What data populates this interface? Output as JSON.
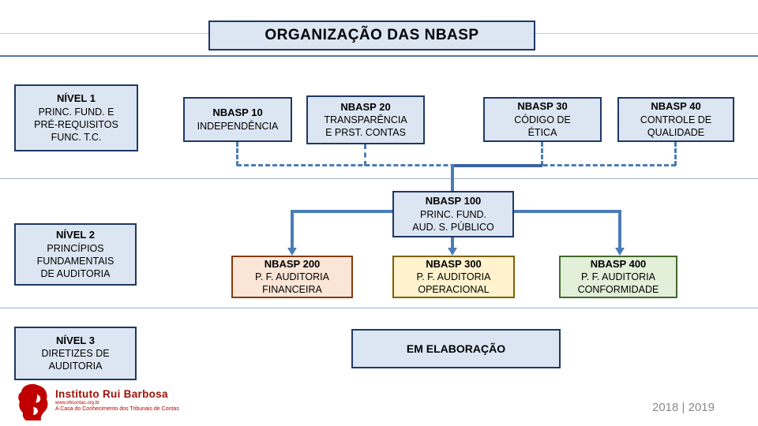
{
  "slide": {
    "title": "ORGANIZAÇÃO DAS NBASP",
    "footer_years": "2018 | 2019"
  },
  "colors": {
    "node_fill_blue": "#dce6f2",
    "node_border_navy": "#1f3864",
    "connector_blue": "#4a7cb8",
    "nbasp200_fill": "#fbe5d6",
    "nbasp200_border": "#843c0c",
    "nbasp300_fill": "#fff2cc",
    "nbasp300_border": "#7f6000",
    "nbasp400_fill": "#e2efd9",
    "nbasp400_border": "#44682a",
    "accent_tan_line": "#ddc59e",
    "accent_blue_line": "#54779e",
    "logo_red": "#c00000",
    "footer_gray": "#898989"
  },
  "levels": [
    {
      "title": "NÍVEL 1",
      "lines": [
        "PRINC. FUND. E",
        "PRÉ-REQUISITOS",
        "FUNC. T.C."
      ]
    },
    {
      "title": "NÍVEL 2",
      "lines": [
        "PRINCÍPIOS",
        "FUNDAMENTAIS",
        "DE AUDITORIA"
      ]
    },
    {
      "title": "NÍVEL 3",
      "lines": [
        "DIRETIZES DE",
        "AUDITORIA"
      ]
    }
  ],
  "level1_nodes": [
    {
      "title": "NBASP 10",
      "lines": [
        "INDEPENDÊNCIA"
      ]
    },
    {
      "title": "NBASP 20",
      "lines": [
        "TRANSPARÊNCIA",
        "E PRST. CONTAS"
      ]
    },
    {
      "title": "NBASP 30",
      "lines": [
        "CÓDIGO DE",
        "ÉTICA"
      ]
    },
    {
      "title": "NBASP 40",
      "lines": [
        "CONTROLE DE",
        "QUALIDADE"
      ]
    }
  ],
  "root_node": {
    "title": "NBASP 100",
    "lines": [
      "PRINC. FUND.",
      "AUD. S. PÚBLICO"
    ]
  },
  "level2_nodes": [
    {
      "title": "NBASP 200",
      "lines": [
        "P. F. AUDITORIA",
        "FINANCEIRA"
      ]
    },
    {
      "title": "NBASP 300",
      "lines": [
        "P. F. AUDITORIA",
        "OPERACIONAL"
      ]
    },
    {
      "title": "NBASP 400",
      "lines": [
        "P. F. AUDITORIA",
        "CONFORMIDADE"
      ]
    }
  ],
  "status_box": {
    "label": "EM ELABORAÇÃO"
  },
  "logo": {
    "name": "Instituto Rui Barbosa",
    "url": "www.irbcontas.org.br",
    "tagline": "A Casa do Conhecimento dos Tribunais de Contas"
  }
}
